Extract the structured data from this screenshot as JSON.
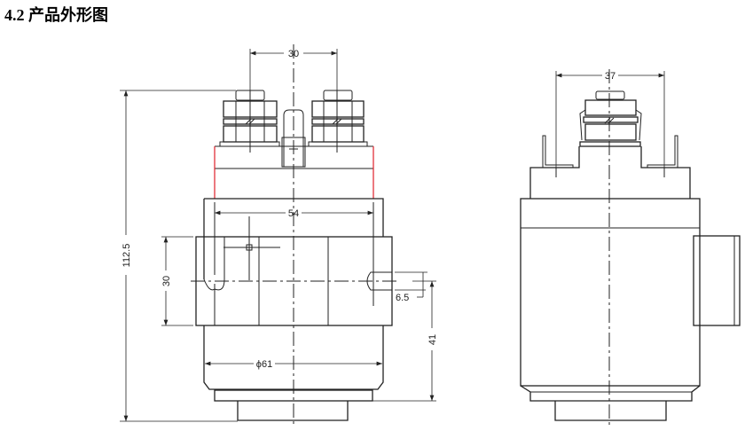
{
  "section": {
    "title": "4.2 产品外形图"
  },
  "front_view": {
    "dims": {
      "terminal_spacing": "30",
      "overall_height": "112.5",
      "bracket_width": "54",
      "bracket_height": "30",
      "slot_width": "6.5",
      "mount_height": "41",
      "body_diameter": "ϕ61"
    },
    "accent_color": "#e0202a"
  },
  "side_view": {
    "dims": {
      "terminal_spacing": "37"
    }
  }
}
